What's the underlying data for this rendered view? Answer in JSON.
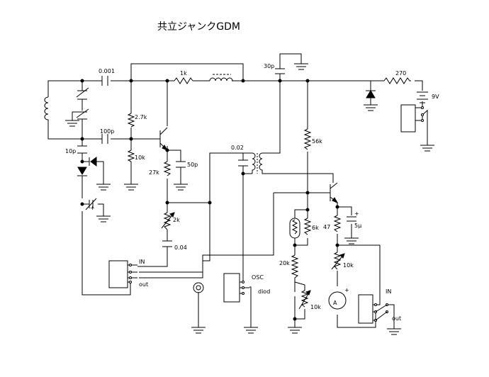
{
  "title": "共立ジャンクGDM",
  "labels": {
    "c_0001": "0.001",
    "r_1k": "1k",
    "c_30p": "30p",
    "r_270": "270",
    "batt_9v": "9V",
    "r_27k_top": "2.7k",
    "c_100p": "100p",
    "c_10p": "10p",
    "r_10k_base": "10k",
    "r_56k": "56k",
    "c_002": "0.02",
    "c_50p": "50p",
    "r_27k": "27k",
    "vr_2k": "2k",
    "c_004": "0.04",
    "r_6k": "6k",
    "r_47": "47",
    "c_5u": "5μ",
    "r_20k": "20k",
    "vr_10k_mid": "10k",
    "vr_10k_right": "10k",
    "jack_in_left": "IN",
    "jack_out_left": "out",
    "osc": "OSC",
    "diod": "diod",
    "jack_in_right": "IN",
    "jack_out_right": "out",
    "meter": "A"
  },
  "colors": {
    "ink": "#000000",
    "paper": "#ffffff"
  }
}
